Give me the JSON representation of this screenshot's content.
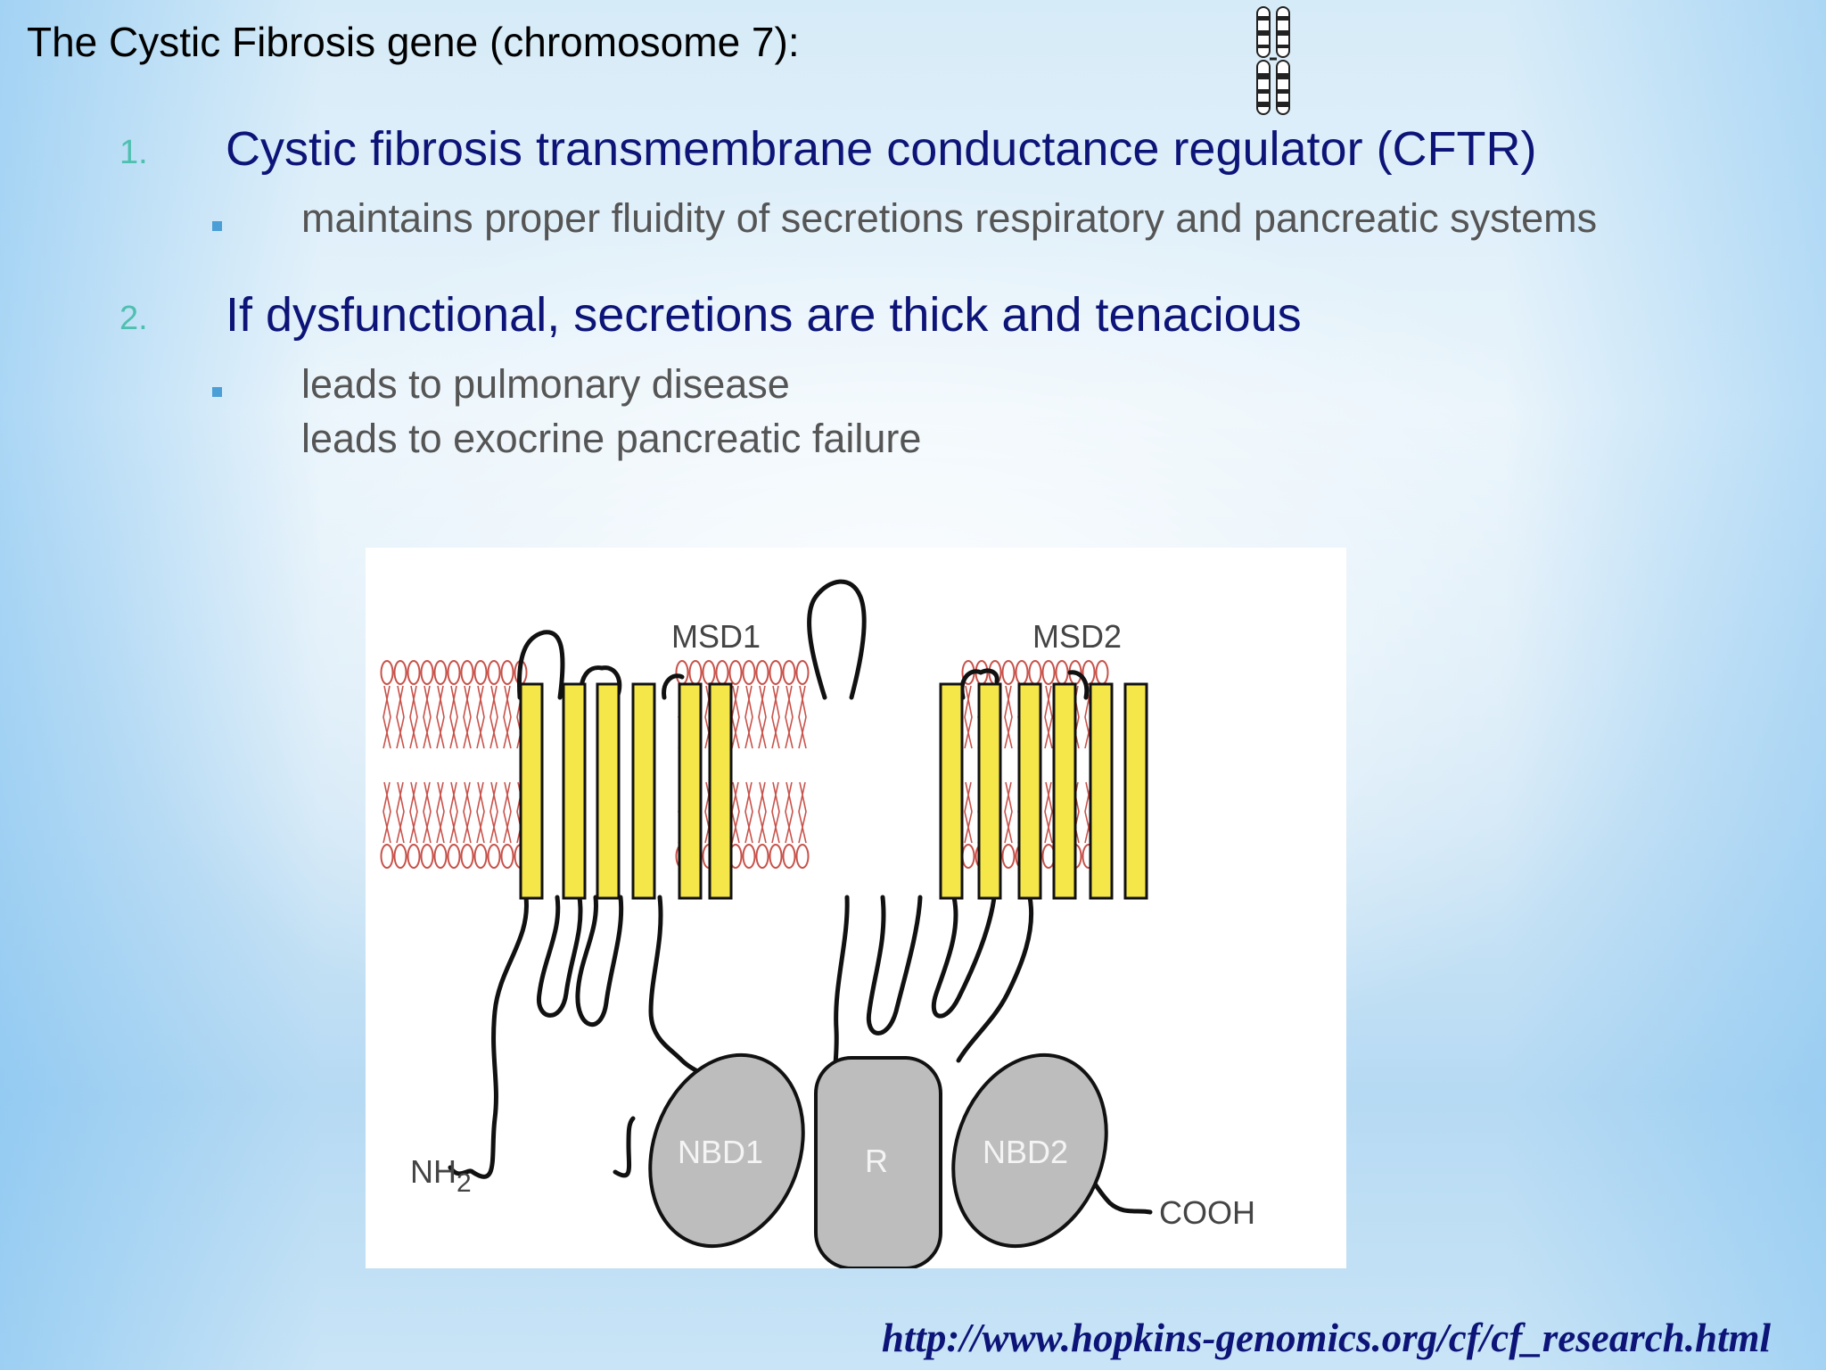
{
  "title": "The Cystic Fibrosis gene (chromosome 7):",
  "items": [
    {
      "number": "1.",
      "heading": "Cystic fibrosis transmembrane conductance regulator (CFTR)",
      "sub": [
        "maintains proper fluidity of secretions respiratory and pancreatic systems"
      ]
    },
    {
      "number": "2.",
      "heading": "If dysfunctional, secretions are thick and tenacious",
      "sub": [
        "leads to pulmonary disease",
        "leads to exocrine pancreatic failure"
      ]
    }
  ],
  "figure": {
    "labels": {
      "msd1": "MSD1",
      "msd2": "MSD2",
      "nbd1": "NBD1",
      "r": "R",
      "nbd2": "NBD2",
      "nh2": "NH",
      "nh2_sub": "2",
      "cooh": "COOH"
    },
    "colors": {
      "helix": "#f5e64a",
      "lipid": "#c8524a",
      "domain": "#bdbdbd"
    }
  },
  "source_url": "http://www.hopkins-genomics.org/cf/cf_research.html"
}
